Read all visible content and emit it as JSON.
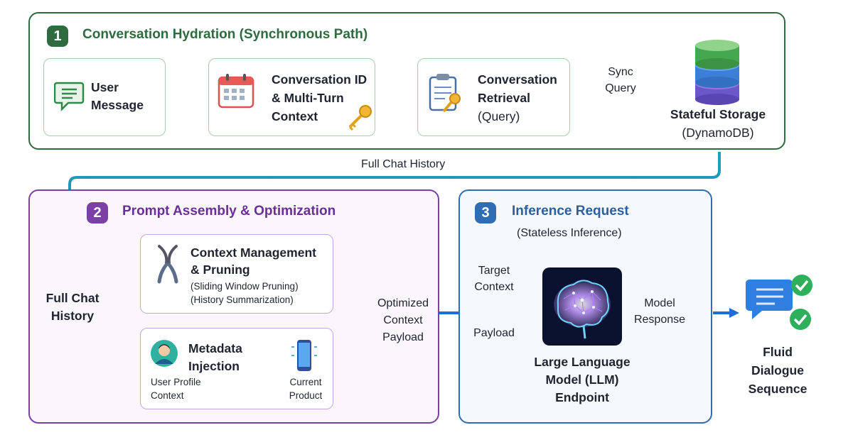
{
  "sections": {
    "s1": {
      "number": "1",
      "title": "Conversation Hydration (Synchronous Path)"
    },
    "s2": {
      "number": "2",
      "title": "Prompt Assembly & Optimization"
    },
    "s3": {
      "number": "3",
      "title": "Inference Request",
      "subtitle": "(Stateless Inference)"
    }
  },
  "nodes": {
    "user_message": {
      "line1": "User",
      "line2": "Message"
    },
    "conversation_id": {
      "line1": "Conversation ID",
      "line2": "& Multi-Turn",
      "line3": "Context"
    },
    "conversation_retrieval": {
      "line1": "Conversation",
      "line2": "Retrieval",
      "line3": "(Query)"
    },
    "stateful_storage": {
      "line1": "Stateful Storage",
      "line2": "(DynamoDB)"
    },
    "full_chat_history_input": {
      "line1": "Full Chat",
      "line2": "History"
    },
    "context_management": {
      "line1": "Context Management",
      "line2": "& Pruning",
      "line3": "(Sliding Window Pruning)",
      "line4": "(History Summarization)"
    },
    "metadata_injection": {
      "line1": "Metadata",
      "line2": "Injection",
      "user_profile_1": "User Profile",
      "user_profile_2": "Context",
      "current_product_1": "Current",
      "current_product_2": "Product"
    },
    "llm": {
      "line1": "Large Language",
      "line2": "Model (LLM)",
      "line3": "Endpoint"
    },
    "fluid_dialogue": {
      "line1": "Fluid",
      "line2": "Dialogue",
      "line3": "Sequence"
    }
  },
  "edge_labels": {
    "sync_query_1": "Sync",
    "sync_query_2": "Query",
    "full_chat_history": "Full Chat History",
    "optimized_1": "Optimized",
    "optimized_2": "Context",
    "optimized_3": "Payload",
    "target_1": "Target",
    "target_2": "Context",
    "payload": "Payload",
    "model_response_1": "Model",
    "model_response_2": "Response"
  },
  "colors": {
    "section1": "#2e6b3f",
    "section2": "#7b3fa6",
    "section3": "#2f6db5",
    "teal_flow": "#1fa3b8",
    "orange_flow": "#f28a1e",
    "blue_flow": "#1f6fd1"
  },
  "icons": {
    "user_message": "chat-bubble-icon",
    "conversation_id": "calendar-key-icon",
    "conversation_retrieval": "clipboard-key-icon",
    "stateful_storage": "database-icon",
    "context_management": "pruning-shears-icon",
    "user_profile": "user-avatar-icon",
    "current_product": "smartphone-icon",
    "llm": "brain-icon",
    "fluid_dialogue": "chat-check-icon"
  }
}
